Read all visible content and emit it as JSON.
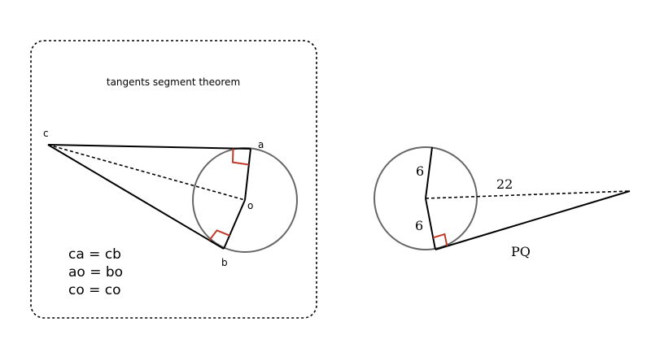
{
  "theorem_panel": {
    "title": "tangents segment theorem",
    "point_labels": {
      "c": "c",
      "a": "a",
      "o": "o",
      "b": "b"
    },
    "equations": [
      "ca = cb",
      "ao = bo",
      "co = co"
    ],
    "colors": {
      "right_angle_marker": "#c0392b",
      "circle": "#666666",
      "lines": "#000000"
    }
  },
  "problem_figure": {
    "labels": {
      "radius_top": "6",
      "radius_bottom": "6",
      "hypotenuse": "22",
      "tangent": "PQ"
    },
    "colors": {
      "right_angle_marker": "#c0392b",
      "circle": "#666666",
      "lines": "#000000"
    }
  }
}
